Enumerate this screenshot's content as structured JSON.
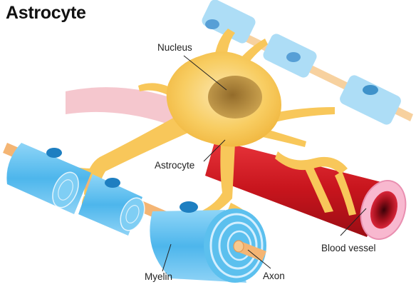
{
  "title": "Astrocyte",
  "labels": {
    "nucleus": "Nucleus",
    "astrocyte": "Astrocyte",
    "blood_vessel": "Blood vessel",
    "myelin": "Myelin",
    "axon": "Axon"
  },
  "colors": {
    "astrocyte": "#f7c24d",
    "nucleus": "#a87a2e",
    "blood_vessel": "#d51f26",
    "blood_vessel_lumen": "#f8b8cf",
    "myelin": "#5cc0ee",
    "myelin_light": "#bfe6fb",
    "axon": "#f4b574",
    "schwann_nucleus": "#1e7fc1",
    "background_vessel": "#f2b4bd"
  }
}
